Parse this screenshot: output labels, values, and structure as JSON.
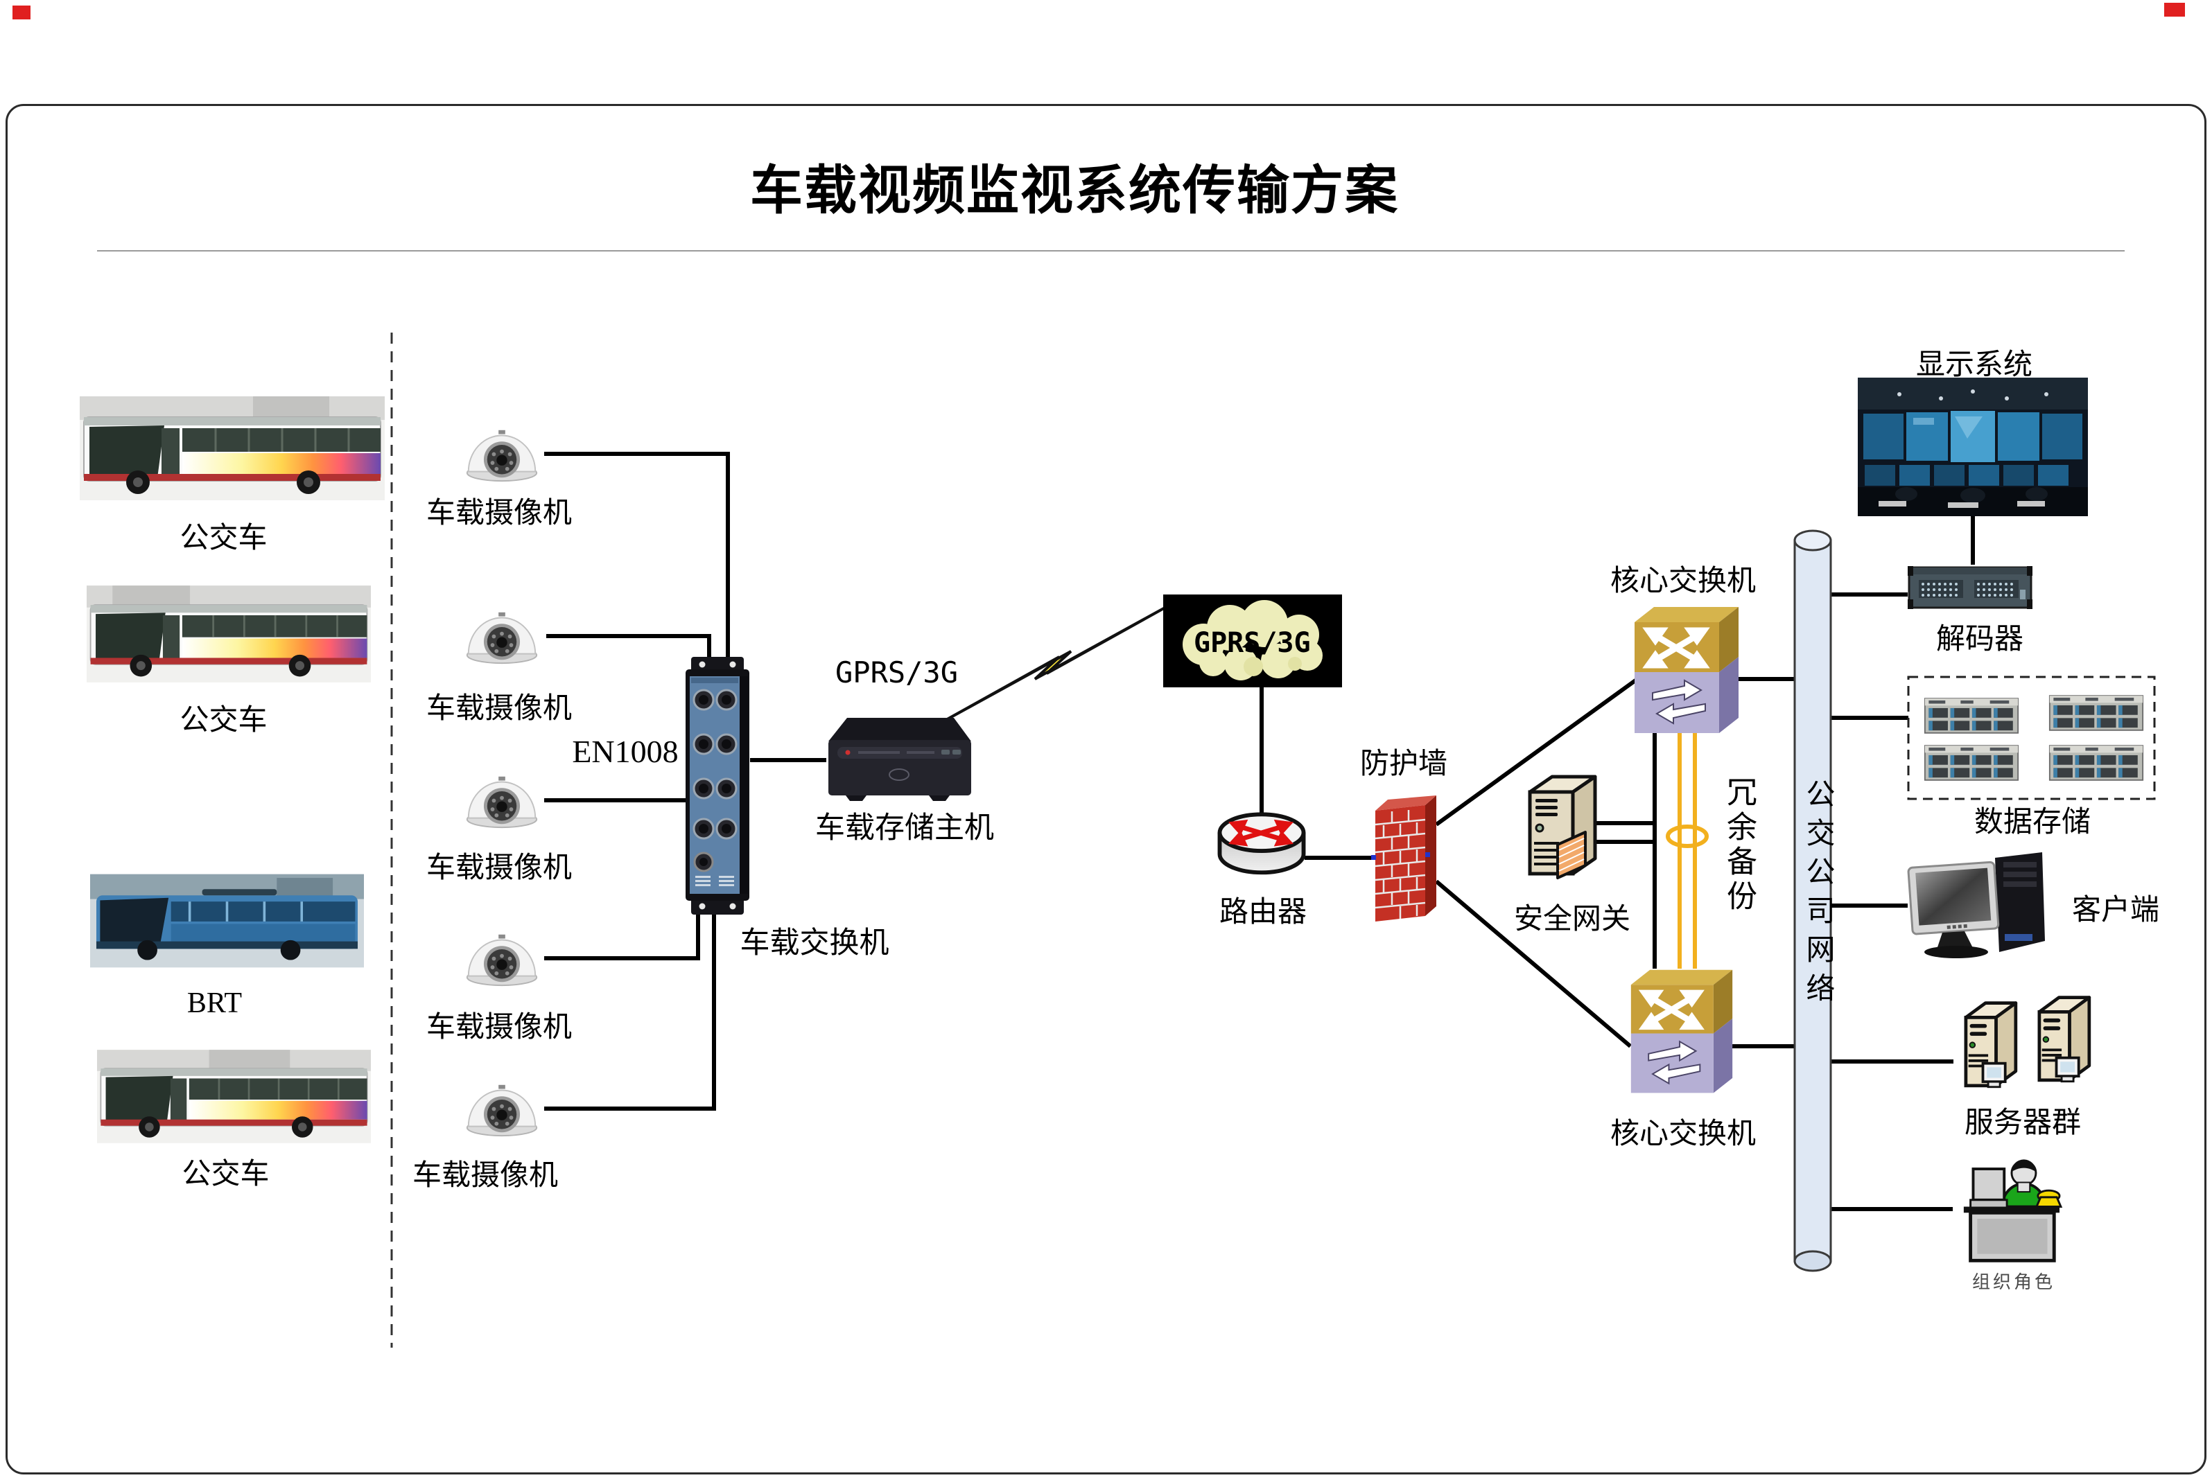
{
  "title": "车载视频监视系统传输方案",
  "vehicles": [
    {
      "label": "公交车"
    },
    {
      "label": "公交车"
    },
    {
      "label": "BRT"
    },
    {
      "label": "公交车"
    }
  ],
  "cameras": [
    {
      "label": "车载摄像机"
    },
    {
      "label": "车载摄像机"
    },
    {
      "label": "车载摄像机"
    },
    {
      "label": "车载摄像机"
    },
    {
      "label": "车载摄像机"
    }
  ],
  "onboard": {
    "switch_model": "EN1008",
    "switch_label": "车载交换机",
    "storage_host_label": "车载存储主机",
    "wireless_label": "GPRS/3G"
  },
  "wan": {
    "cloud_label": "GPRS/3G",
    "router_label": "路由器",
    "firewall_label": "防护墙",
    "gateway_label": "安全网关"
  },
  "core": {
    "switch_top_label": "核心交换机",
    "switch_bottom_label": "核心交换机",
    "redundancy_label": "冗余备份",
    "network_label": "公交公司网络"
  },
  "right": {
    "display_label": "显示系统",
    "decoder_label": "解码器",
    "storage_label": "数据存储",
    "client_label": "客户端",
    "servers_label": "服务器群",
    "operator_label": "组织角色"
  },
  "colors": {
    "line": "#000000",
    "redundancy_yellow": "#f2b01e",
    "network_pipe_fill": "#dfe8f4",
    "core_switch_gold": "#c79f39",
    "core_switch_lavender": "#b5afd4",
    "firewall_red": "#c43024",
    "cloud_fill": "#ededba",
    "lightning_yellow": "#ffe93c"
  }
}
